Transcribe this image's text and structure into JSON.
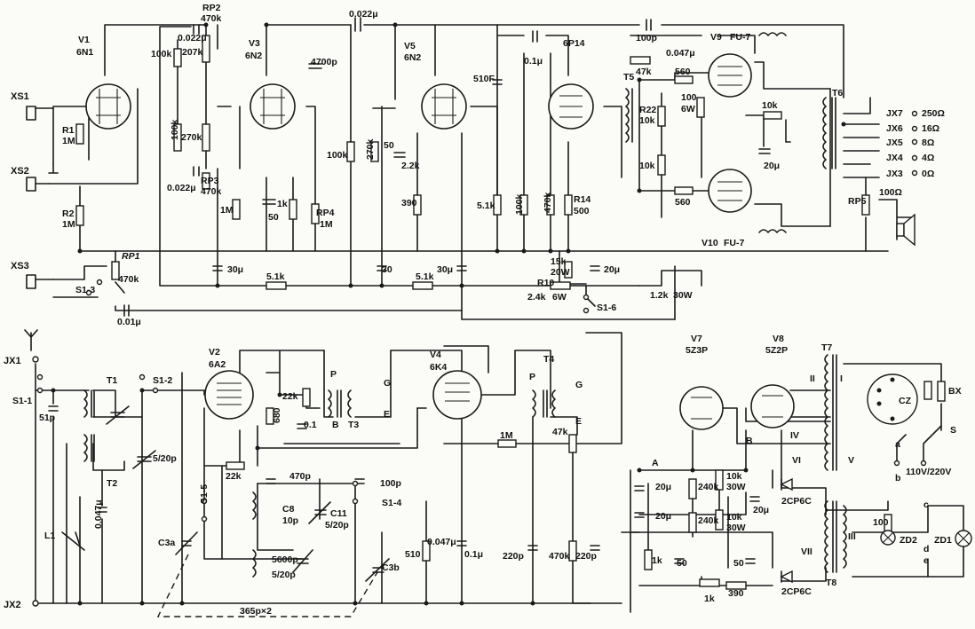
{
  "tubes": {
    "v1": {
      "name": "V1",
      "type": "6N1"
    },
    "v3": {
      "name": "V3",
      "type": "6N2"
    },
    "v5": {
      "name": "V5",
      "type": "6N2"
    },
    "v6": {
      "type": "6P14"
    },
    "v9": {
      "name": "V9",
      "type": "FU-7"
    },
    "v10": {
      "name": "V10",
      "type": "FU-7"
    },
    "v2": {
      "name": "V2",
      "type": "6A2"
    },
    "v4": {
      "name": "V4",
      "type": "6K4"
    },
    "v7": {
      "name": "V7",
      "type": "5Z3P"
    },
    "v8": {
      "name": "V8",
      "type": "5Z2P"
    }
  },
  "jacks": {
    "xs1": "XS1",
    "xs2": "XS2",
    "xs3": "XS3",
    "jx1": "JX1",
    "jx2": "JX2",
    "jx3": "JX3",
    "jx4": "JX4",
    "jx5": "JX5",
    "jx6": "JX6",
    "jx7": "JX7",
    "jx3_val": "0Ω",
    "jx4_val": "4Ω",
    "jx5_val": "8Ω",
    "jx6_val": "16Ω",
    "jx7_val": "250Ω"
  },
  "controls": {
    "rp1": "RP1",
    "rp1_val": "470k",
    "rp2": "RP2",
    "rp2_val": "470k",
    "rp3": "RP3",
    "rp3_val": "470k",
    "rp4": "RP4",
    "rp4_val": "1M",
    "rp5": "RP5",
    "rp5_val": "100Ω"
  },
  "switches": {
    "s1_1": "S1-1",
    "s1_2": "S1-2",
    "s1_3": "S1-3",
    "s1_4": "S1-4",
    "s1_5": "S1-5",
    "s1_6": "S1-6",
    "s": "S"
  },
  "transformers": {
    "t1": "T1",
    "t2": "T2",
    "t3": "T3",
    "t4": "T4",
    "t5": "T5",
    "t6": "T6",
    "t7": "T7",
    "t8": "T8"
  },
  "components": {
    "r1": "R1",
    "r1_val": "1M",
    "r2": "R2",
    "r2_val": "1M",
    "c_0022a": "0.022μ",
    "c_0022b": "0.022μ",
    "c_0022c": "0.022μ",
    "r_100k_a": "100k",
    "r_207k": "207k",
    "r_100k_b": "100k",
    "r_270k_a": "270k",
    "c_4700p": "4700p",
    "r_1m_a": "1M",
    "c_50a": "50",
    "r_1k_a": "1k",
    "r_100k_c": "100k",
    "r_270k_b": "270k",
    "c_50b": "50",
    "r_22k": "2.2k",
    "r_390": "390",
    "c_510f": "510F",
    "c_01a": "0.1μ",
    "r_51k_a": "5.1k",
    "r_100k_d": "100k",
    "r_470k_a": "470k",
    "r14": "R14",
    "r14_val": "500",
    "c_100p": "100p",
    "c_0047a": "0.047μ",
    "r_47k_a": "47k",
    "r_560a": "560",
    "r22": "R22",
    "r22_val": "10k",
    "r_100_6w": "100",
    "r_100_6w_b": "6W",
    "r_10k_b": "10k",
    "r_560b": "560",
    "r_10k_c": "10k",
    "c_20a": "20μ",
    "c_30a": "30μ",
    "r_51k_b": "5.1k",
    "c_30b": "30",
    "r_51k_c": "5.1k",
    "c_30c": "30μ",
    "r_15k": "15k",
    "r_15k_b": "20W",
    "c_20b": "20μ",
    "r10": "R10",
    "r10_val": "2.4k",
    "r10_val_b": "6W",
    "r_12k": "1.2k",
    "r_12k_b": "30W",
    "c_001": "0.01μ",
    "c_51p": "51p",
    "c_0047b": "0.047μ",
    "l1": "L1",
    "r_22k_a": "22k",
    "c_01b": "0.1",
    "r_680": "680",
    "r_22k_b": "22k",
    "c_470p": "470p",
    "c8": "C8",
    "c8_val": "10p",
    "c11": "C11",
    "c11_val": "5/20p",
    "c_5600p": "5600p",
    "c_520p_b": "5/20p",
    "c_520p_a": "5/20p",
    "c_100p_b": "100p",
    "c3a": "C3a",
    "c3b": "C3b",
    "c3_val": "365p×2",
    "r_1m_b": "1M",
    "r_47k_b": "47k",
    "r_510": "510",
    "c_0047c": "0.047μ",
    "c_01c": "0.1μ",
    "c_220p_a": "220p",
    "r_470k_b": "470k",
    "c_220p_b": "220p",
    "c_20c": "20μ",
    "c_20d": "20μ",
    "r_240k_a": "240k",
    "r_240k_b": "240k",
    "r_10k_30w_a": "10k",
    "r_10k_30w_a2": "30W",
    "r_10k_30w_b": "10k",
    "r_10k_30w_b2": "30W",
    "c_20e": "20μ",
    "c_50c": "50",
    "c_50d": "50",
    "r_1k_b": "1k",
    "r_1k_c": "1k",
    "r_390b": "390",
    "d1": "2CP6C",
    "d2": "2CP6C",
    "r_100": "100",
    "zd1": "ZD1",
    "zd2": "ZD2",
    "bx": "BX",
    "cz": "CZ",
    "mains": "110V/220V"
  },
  "node_labels": {
    "a": "A",
    "b": "B",
    "b2": "B",
    "e": "E",
    "e2": "E",
    "g": "G",
    "g2": "G",
    "p": "P",
    "p2": "P",
    "a_small": "a",
    "b_small": "b",
    "c_small": "c",
    "d_small": "d",
    "e_small": "e",
    "roman": {
      "i": "I",
      "ii": "II",
      "iii": "III",
      "iv": "IV",
      "v": "V",
      "vi": "VI",
      "vii": "VII"
    }
  }
}
